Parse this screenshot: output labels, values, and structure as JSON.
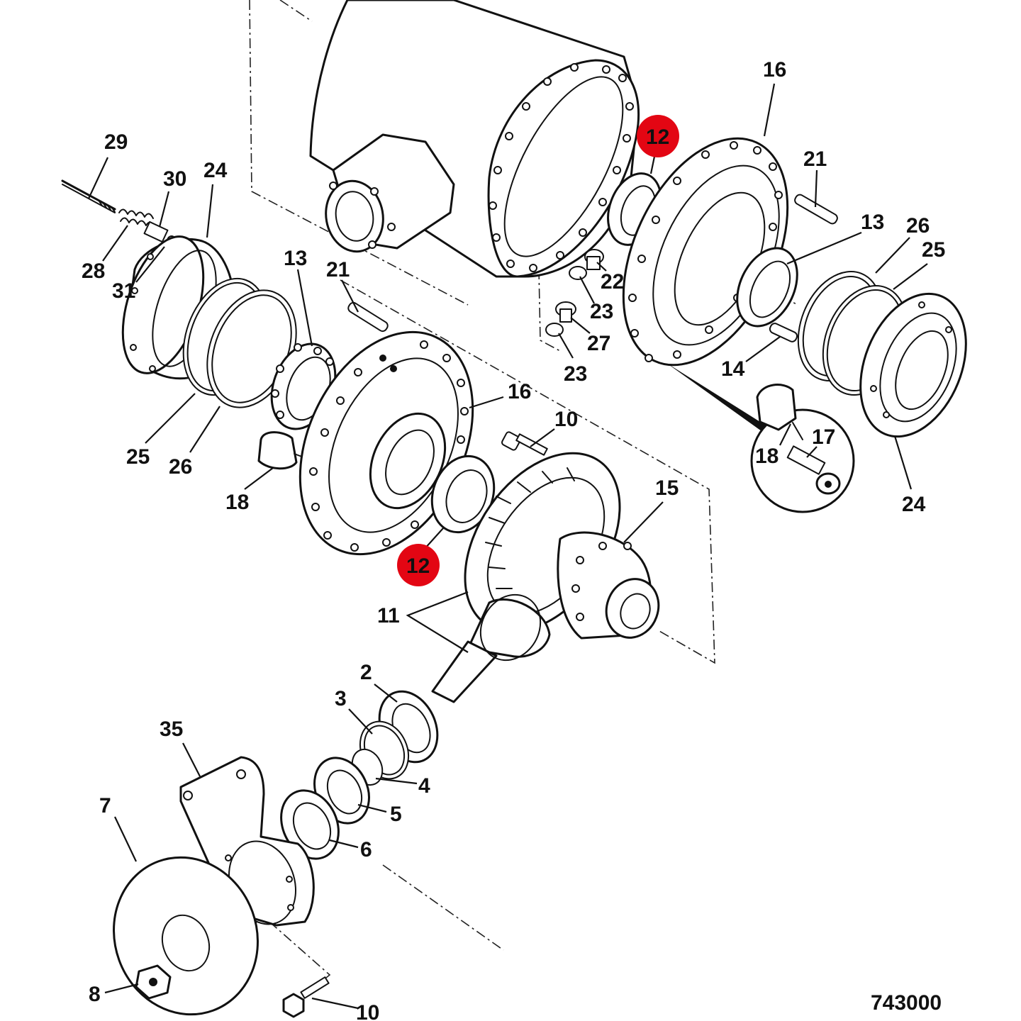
{
  "diagram": {
    "figure_number": "743000",
    "highlight_color": "#e30613",
    "callouts": [
      {
        "id": "c29",
        "text": "29"
      },
      {
        "id": "c30",
        "text": "30"
      },
      {
        "id": "c24a",
        "text": "24"
      },
      {
        "id": "c28",
        "text": "28"
      },
      {
        "id": "c31",
        "text": "31"
      },
      {
        "id": "c13a",
        "text": "13"
      },
      {
        "id": "c21a",
        "text": "21"
      },
      {
        "id": "c25a",
        "text": "25"
      },
      {
        "id": "c26a",
        "text": "26"
      },
      {
        "id": "c18a",
        "text": "18"
      },
      {
        "id": "c16a",
        "text": "16"
      },
      {
        "id": "c10a",
        "text": "10"
      },
      {
        "id": "c12a",
        "text": "12",
        "highlighted": true
      },
      {
        "id": "c16b",
        "text": "16"
      },
      {
        "id": "c12b",
        "text": "12",
        "highlighted": true
      },
      {
        "id": "c21b",
        "text": "21"
      },
      {
        "id": "c13b",
        "text": "13"
      },
      {
        "id": "c26b",
        "text": "26"
      },
      {
        "id": "c25b",
        "text": "25"
      },
      {
        "id": "c22",
        "text": "22"
      },
      {
        "id": "c23a",
        "text": "23"
      },
      {
        "id": "c27",
        "text": "27"
      },
      {
        "id": "c23b",
        "text": "23"
      },
      {
        "id": "c14",
        "text": "14"
      },
      {
        "id": "c17",
        "text": "17"
      },
      {
        "id": "c18b",
        "text": "18"
      },
      {
        "id": "c24b",
        "text": "24"
      },
      {
        "id": "c15",
        "text": "15"
      },
      {
        "id": "c11",
        "text": "11"
      },
      {
        "id": "c2",
        "text": "2"
      },
      {
        "id": "c3",
        "text": "3"
      },
      {
        "id": "c4",
        "text": "4"
      },
      {
        "id": "c5",
        "text": "5"
      },
      {
        "id": "c6",
        "text": "6"
      },
      {
        "id": "c35",
        "text": "35"
      },
      {
        "id": "c7",
        "text": "7"
      },
      {
        "id": "c8",
        "text": "8"
      },
      {
        "id": "c10b",
        "text": "10"
      }
    ]
  }
}
